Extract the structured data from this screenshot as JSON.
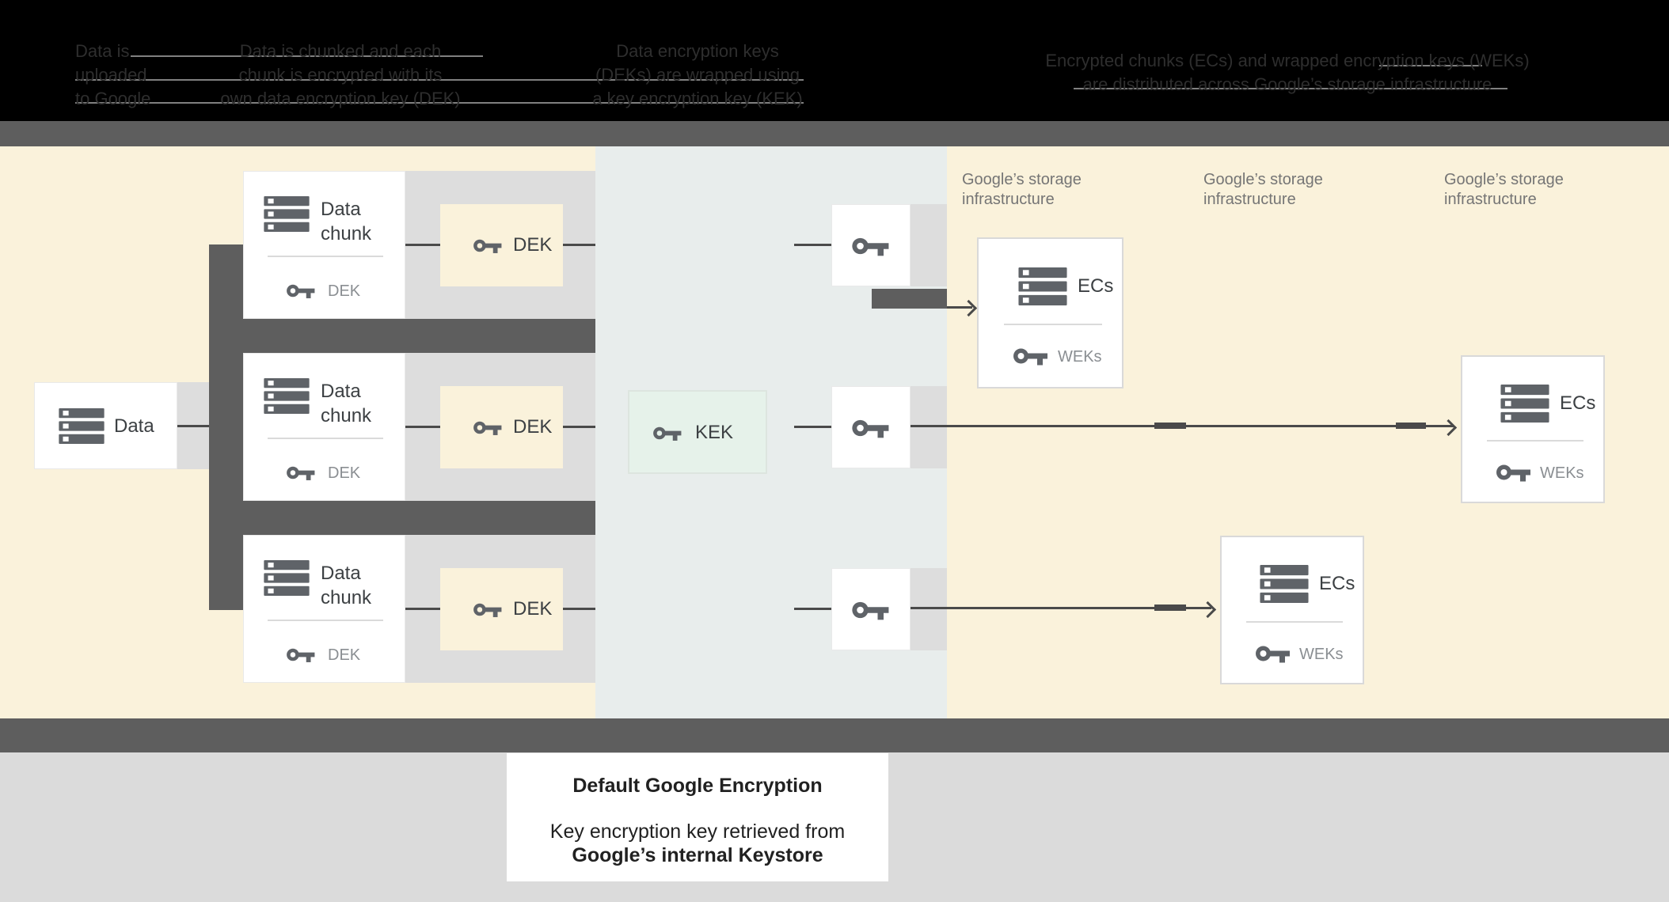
{
  "header": {
    "steps": [
      {
        "line1": "Data is",
        "line2": "uploaded",
        "line3": "to Google"
      },
      {
        "line1": "Data is chunked and each",
        "line2": "chunk is encrypted with its",
        "line3": "own data encryption key (DEK)"
      },
      {
        "line1": "Data encryption keys",
        "line2": "(DEKs) are wrapped using",
        "line3": "a key encryption key (KEK)"
      },
      {
        "line1": "Encrypted chunks (ECs) and wrapped encryption keys (WEKs)",
        "line2": "are distributed across Google’s storage infrastructure"
      }
    ]
  },
  "diagram": {
    "data_box": {
      "label": "Data"
    },
    "chunk_boxes": [
      {
        "title_line1": "Data",
        "title_line2": "chunk",
        "key_label": "DEK"
      },
      {
        "title_line1": "Data",
        "title_line2": "chunk",
        "key_label": "DEK"
      },
      {
        "title_line1": "Data",
        "title_line2": "chunk",
        "key_label": "DEK"
      }
    ],
    "dek_boxes": [
      {
        "label": "DEK"
      },
      {
        "label": "DEK"
      },
      {
        "label": "DEK"
      }
    ],
    "kek_box": {
      "label": "KEK"
    },
    "storage_labels": [
      {
        "line1": "Google’s storage",
        "line2": "infrastructure"
      },
      {
        "line1": "Google’s storage",
        "line2": "infrastructure"
      },
      {
        "line1": "Google’s storage",
        "line2": "infrastructure"
      }
    ],
    "ec_boxes": [
      {
        "title": "ECs",
        "key_label": "WEKs"
      },
      {
        "title": "ECs",
        "key_label": "WEKs"
      },
      {
        "title": "ECs",
        "key_label": "WEKs"
      }
    ]
  },
  "caption": {
    "title": "Default Google Encryption",
    "body_line1": "Key encryption key retrieved from",
    "body_line2": "Google’s internal Keystore"
  },
  "colors": {
    "header_bg": "#000000",
    "header_text": "#2e2e2e",
    "cream": "#faf2db",
    "mid_section": "#e8edec",
    "panel_gray": "#dddddd",
    "dark_gray": "#5e5e5e",
    "kek_mint": "#e6f2ea",
    "icon_gray": "#5f6368",
    "text_dark": "#3c4043",
    "text_gray": "#8a8e92",
    "storage_label_gray": "#757575",
    "footer_gray": "#dbdbdb"
  }
}
